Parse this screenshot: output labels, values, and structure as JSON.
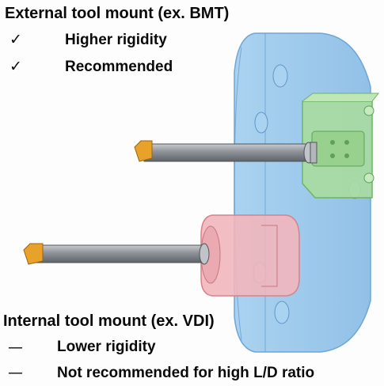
{
  "external": {
    "heading": "External tool mount (ex. BMT)",
    "items": [
      {
        "marker": "✓",
        "text": "Higher rigidity"
      },
      {
        "marker": "✓",
        "text": "Recommended"
      }
    ]
  },
  "internal": {
    "heading": "Internal tool mount (ex. VDI)",
    "items": [
      {
        "marker": "—",
        "text": "Lower rigidity"
      },
      {
        "marker": "—",
        "text": "Not recommended for high L/D ratio"
      }
    ]
  },
  "colors": {
    "turret": "#8ec3ea",
    "external_holder": "#a8dba0",
    "internal_holder": "#f1b6bd",
    "bar": "#8a8f96",
    "insert": "#e8a22a"
  }
}
